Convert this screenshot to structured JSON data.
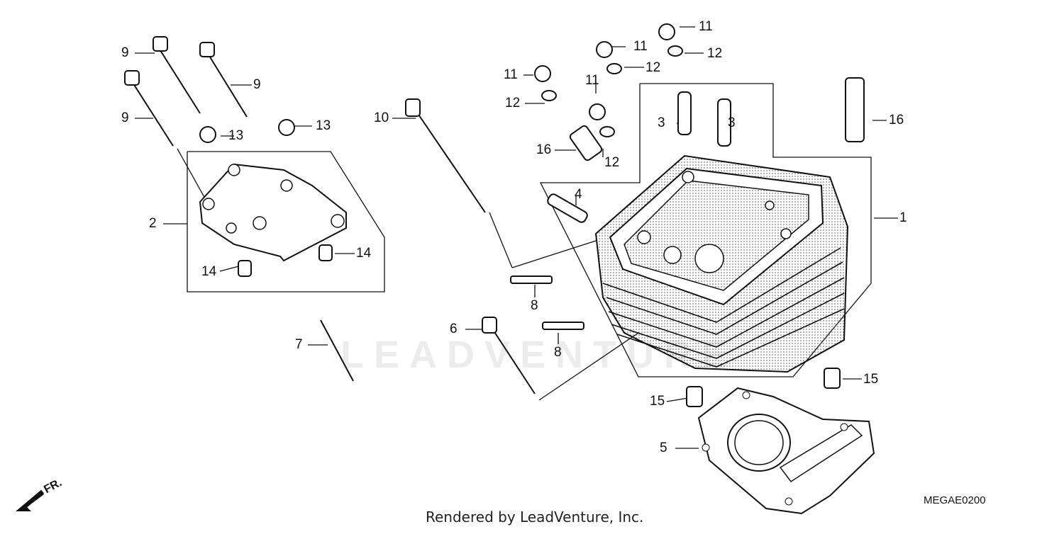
{
  "diagram": {
    "code": "MEGAE0200",
    "footer": "Rendered by LeadVenture, Inc.",
    "watermark": "LEADVENTURE",
    "direction": "FR.",
    "callouts": [
      {
        "id": "c1",
        "label": "1"
      },
      {
        "id": "c2",
        "label": "2"
      },
      {
        "id": "c3a",
        "label": "3"
      },
      {
        "id": "c3b",
        "label": "3"
      },
      {
        "id": "c4",
        "label": "4"
      },
      {
        "id": "c5",
        "label": "5"
      },
      {
        "id": "c6",
        "label": "6"
      },
      {
        "id": "c7",
        "label": "7"
      },
      {
        "id": "c8a",
        "label": "8"
      },
      {
        "id": "c8b",
        "label": "8"
      },
      {
        "id": "c9a",
        "label": "9"
      },
      {
        "id": "c9b",
        "label": "9"
      },
      {
        "id": "c9c",
        "label": "9"
      },
      {
        "id": "c10",
        "label": "10"
      },
      {
        "id": "c11a",
        "label": "11"
      },
      {
        "id": "c11b",
        "label": "11"
      },
      {
        "id": "c11c",
        "label": "11"
      },
      {
        "id": "c11d",
        "label": "11"
      },
      {
        "id": "c12a",
        "label": "12"
      },
      {
        "id": "c12b",
        "label": "12"
      },
      {
        "id": "c12c",
        "label": "12"
      },
      {
        "id": "c12d",
        "label": "12"
      },
      {
        "id": "c13a",
        "label": "13"
      },
      {
        "id": "c13b",
        "label": "13"
      },
      {
        "id": "c14a",
        "label": "14"
      },
      {
        "id": "c14b",
        "label": "14"
      },
      {
        "id": "c15a",
        "label": "15"
      },
      {
        "id": "c15b",
        "label": "15"
      },
      {
        "id": "c16a",
        "label": "16"
      },
      {
        "id": "c16b",
        "label": "16"
      }
    ]
  }
}
